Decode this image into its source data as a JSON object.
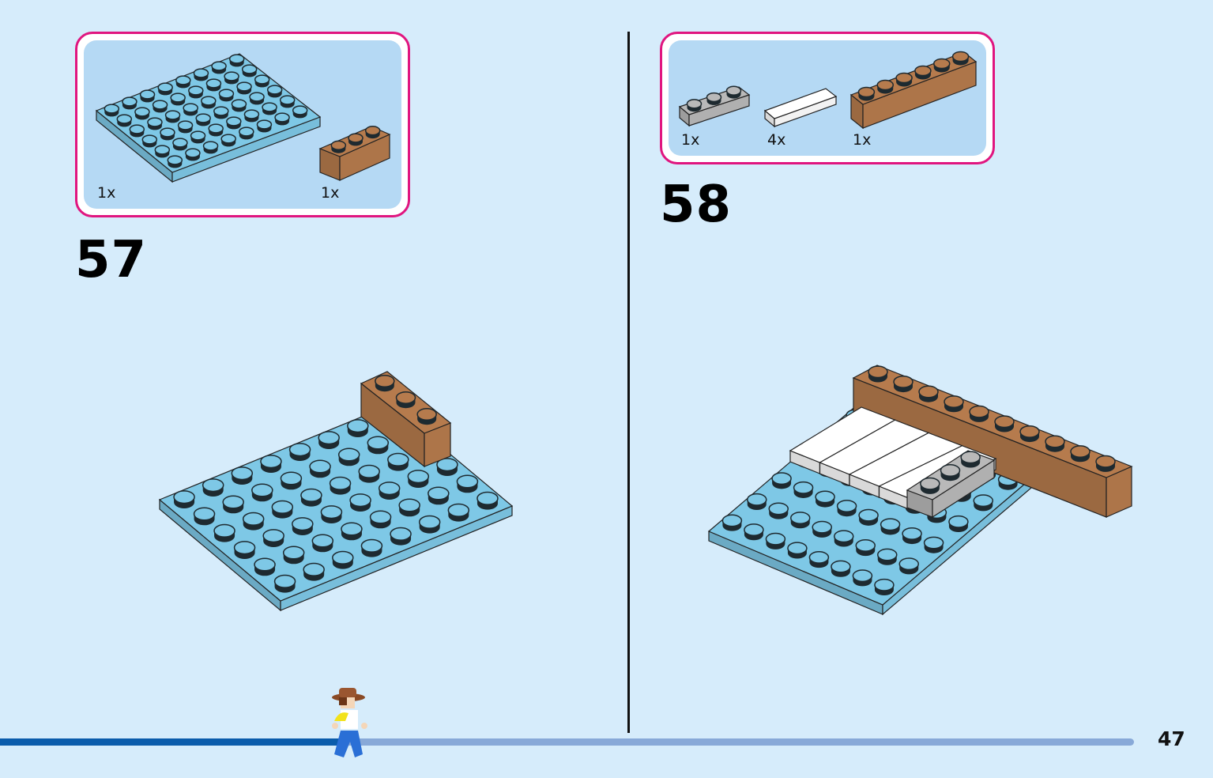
{
  "page_number": "47",
  "progress": 0.3,
  "steps": [
    {
      "number": "57",
      "parts": [
        {
          "name": "light-blue-plate-6x8",
          "qty": "1x"
        },
        {
          "name": "brown-brick-1x3",
          "qty": "1x"
        }
      ]
    },
    {
      "number": "58",
      "parts": [
        {
          "name": "grey-plate-1x3",
          "qty": "1x"
        },
        {
          "name": "white-tile-1x4",
          "qty": "4x"
        },
        {
          "name": "brown-brick-1x6",
          "qty": "1x"
        }
      ]
    }
  ],
  "colors": {
    "callout_border": "#e0157f",
    "callout_bg": "#b5d9f4",
    "page_bg": "#d6ecfb",
    "progress_fill": "#0b5cab",
    "progress_track": "#88a9d8",
    "plate": "#7ec8e6",
    "brick": "#b67b4d",
    "tile": "#ffffff",
    "grey": "#b9b9b9"
  }
}
